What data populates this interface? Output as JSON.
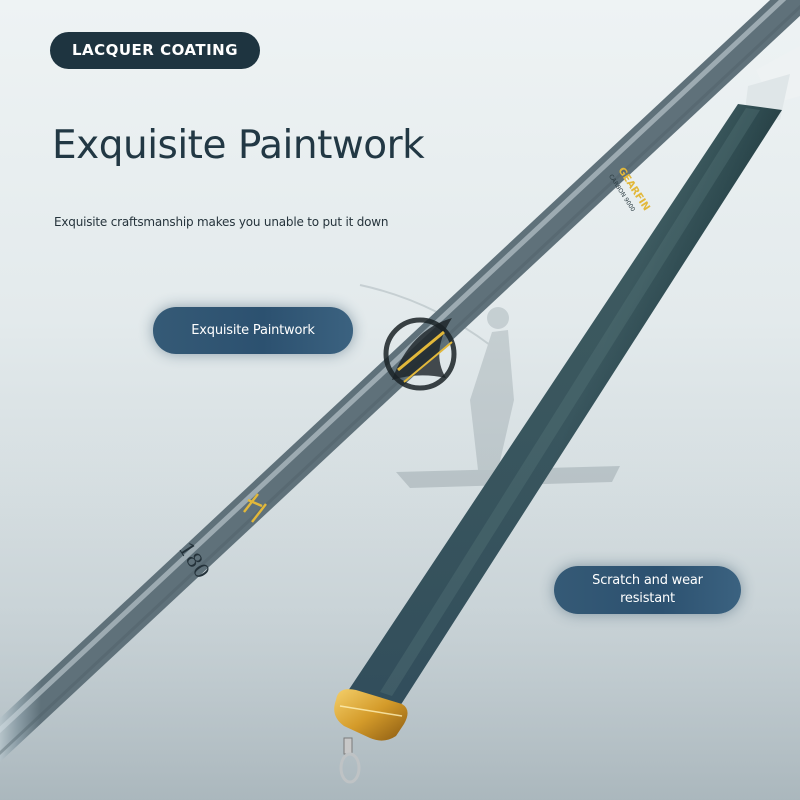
{
  "badge": {
    "label": "LACQUER COATING"
  },
  "headline": {
    "title": "Exquisite Paintwork"
  },
  "subline": {
    "text": "Exquisite craftsmanship makes you unable to put it down"
  },
  "callouts": {
    "left": "Exquisite Paintwork",
    "right": "Scratch and wear resistant"
  },
  "rod_markings": {
    "brand": "GEARFIN",
    "material": "CARBON 9000",
    "length": "180"
  },
  "colors": {
    "badge_bg": "#1e3440",
    "headline": "#223844",
    "pill_bg": "#2c5170",
    "rod_blank": "#8a9da6",
    "handle": "#2e4a4f",
    "ferrule_gold": "#d49b2a"
  }
}
